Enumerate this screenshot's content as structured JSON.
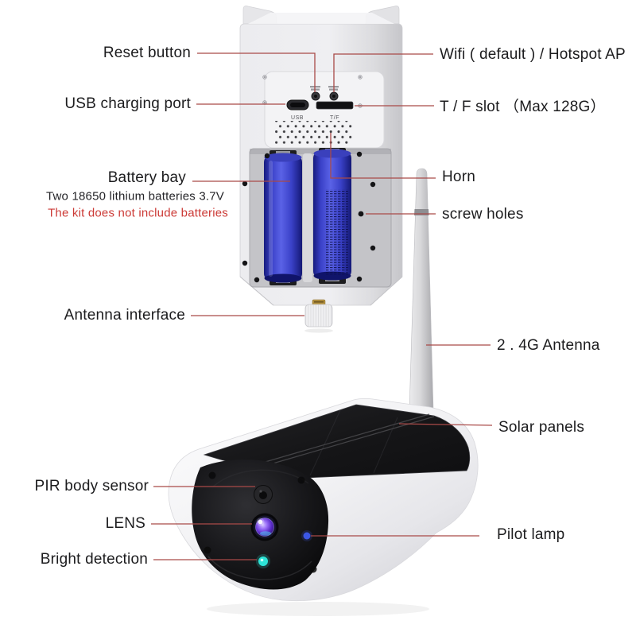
{
  "callouts": {
    "reset_button": "Reset button",
    "wifi_hotspot": "Wifi ( default ) / Hotspot AP",
    "usb_charging_port": "USB charging port",
    "tf_slot": "T / F slot （Max 128G）",
    "battery_bay": "Battery bay",
    "battery_note": "Two 18650 lithium batteries 3.7V",
    "battery_warning": "The kit does not include batteries",
    "horn": "Horn",
    "screw_holes": "screw holes",
    "antenna_interface": "Antenna interface",
    "antenna_24g": "2 . 4G Antenna",
    "solar_panels": "Solar panels",
    "pir_sensor": "PIR body sensor",
    "lens": "LENS",
    "bright_detection": "Bright detection",
    "pilot_lamp": "Pilot lamp"
  },
  "device_markings": {
    "usb": "USB",
    "tf": "T/F"
  },
  "colors": {
    "background": "#ffffff",
    "leader_line": "#a94a48",
    "label_text": "#1c1c1e",
    "warning_text": "#cc3a36",
    "battery_blue": "#3a41c8",
    "solar_panel_black": "#131313",
    "lens_purple": "#7a4fe0",
    "bright_detection_dot": "#2de4d7",
    "pilot_lamp_dot": "#3c57e6",
    "camera_body_white": "#f3f3f5"
  }
}
